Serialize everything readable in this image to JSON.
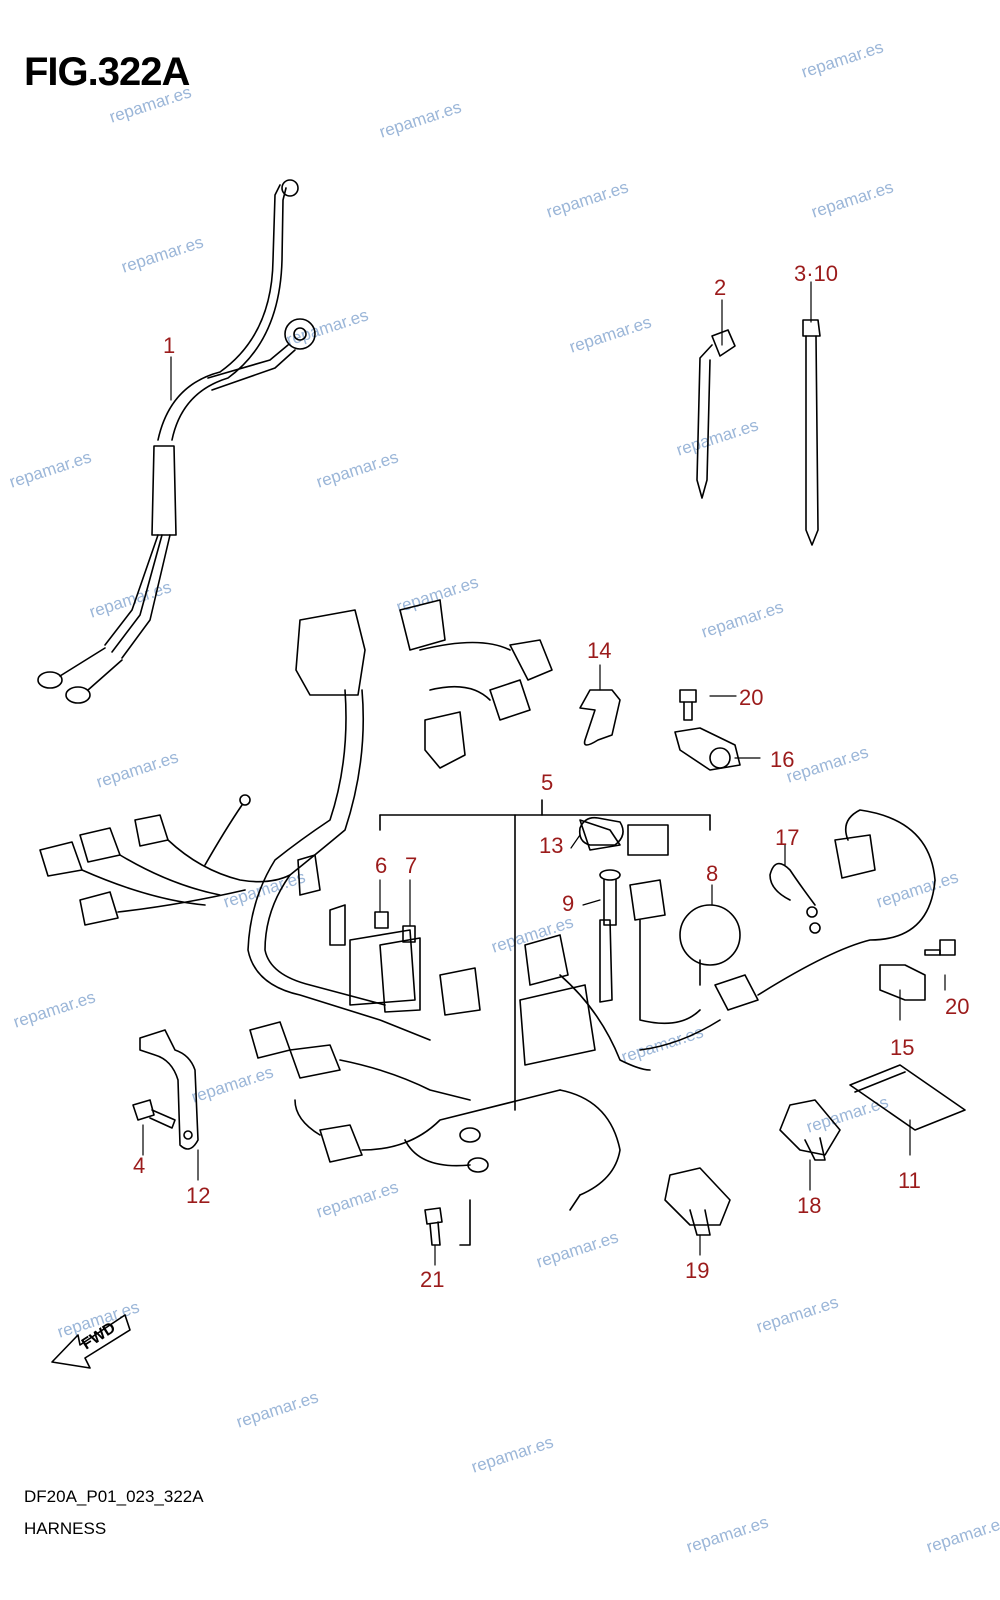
{
  "figure": {
    "title": "FIG.322A"
  },
  "footer": {
    "code": "DF20A_P01_023_322A",
    "name": "HARNESS"
  },
  "fwd_label": "FWD",
  "watermark": "repamar.es",
  "colors": {
    "callout": "#9b1b1b",
    "line": "#000000",
    "watermark": "#9bb6d8"
  },
  "callouts": [
    "1",
    "2",
    "3·10",
    "4",
    "5",
    "6",
    "7",
    "8",
    "9",
    "12",
    "13",
    "14",
    "15",
    "16",
    "17",
    "18",
    "19",
    "20",
    "20",
    "11",
    "21"
  ]
}
